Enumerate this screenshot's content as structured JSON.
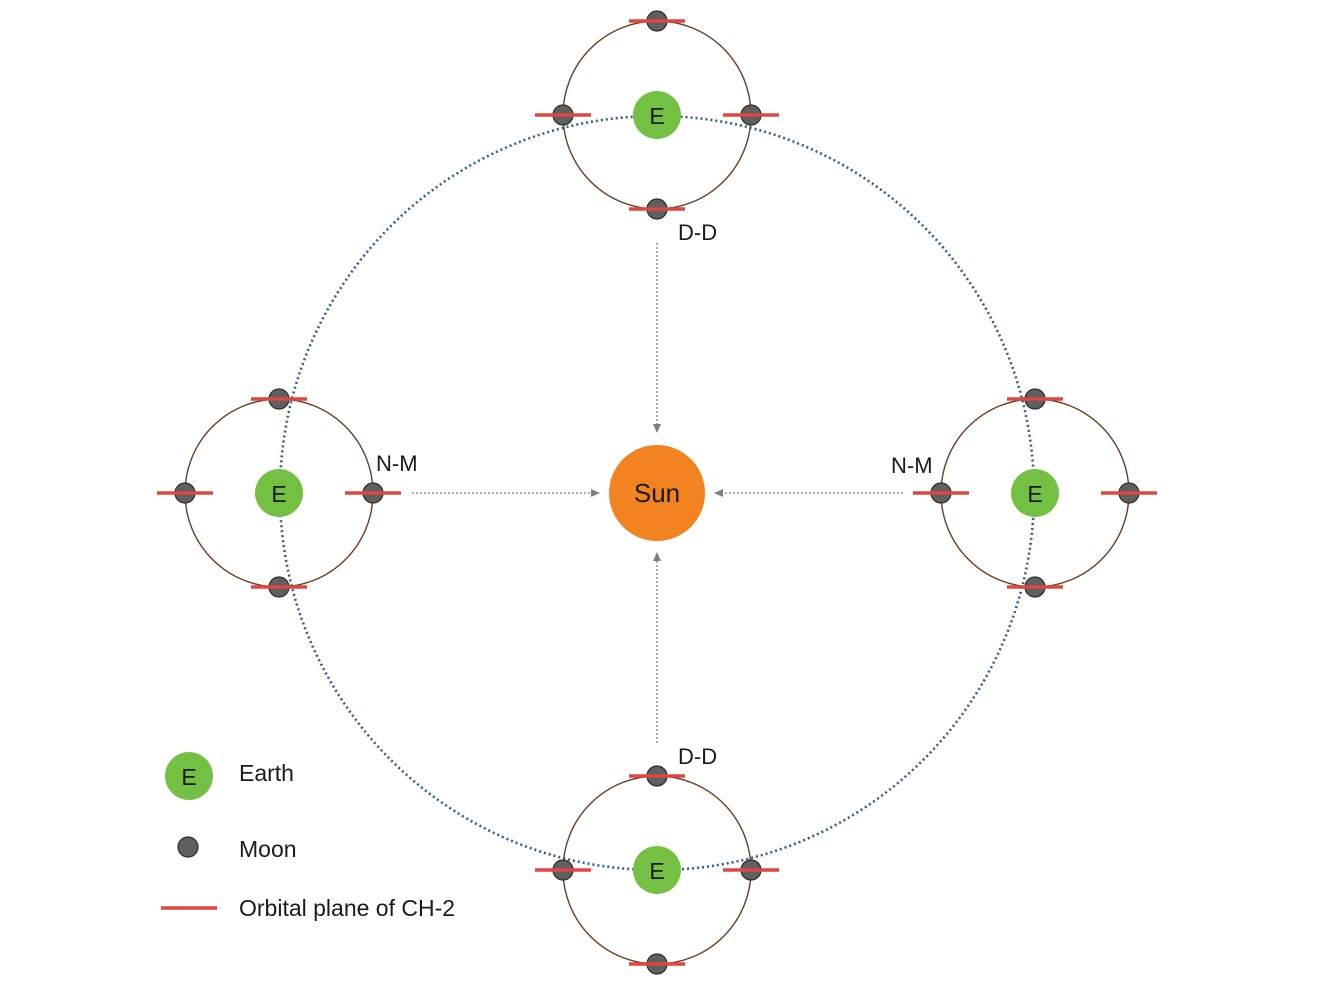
{
  "diagram": {
    "sun_label": "Sun",
    "earth_marker": "E",
    "position_labels": {
      "top": "D-D",
      "bottom": "D-D",
      "left": "N-M",
      "right": "N-M"
    },
    "legend": {
      "earth": "Earth",
      "moon": "Moon",
      "orbital_plane": "Orbital plane of CH-2"
    },
    "colors": {
      "sun": "#f38220",
      "earth": "#73c043",
      "moon": "#606060",
      "orbital_plane": "#e0463f",
      "earth_orbit": "#2f5f8f",
      "moon_orbit": "#6b3d1f",
      "arrow": "#7f7f7f"
    }
  }
}
